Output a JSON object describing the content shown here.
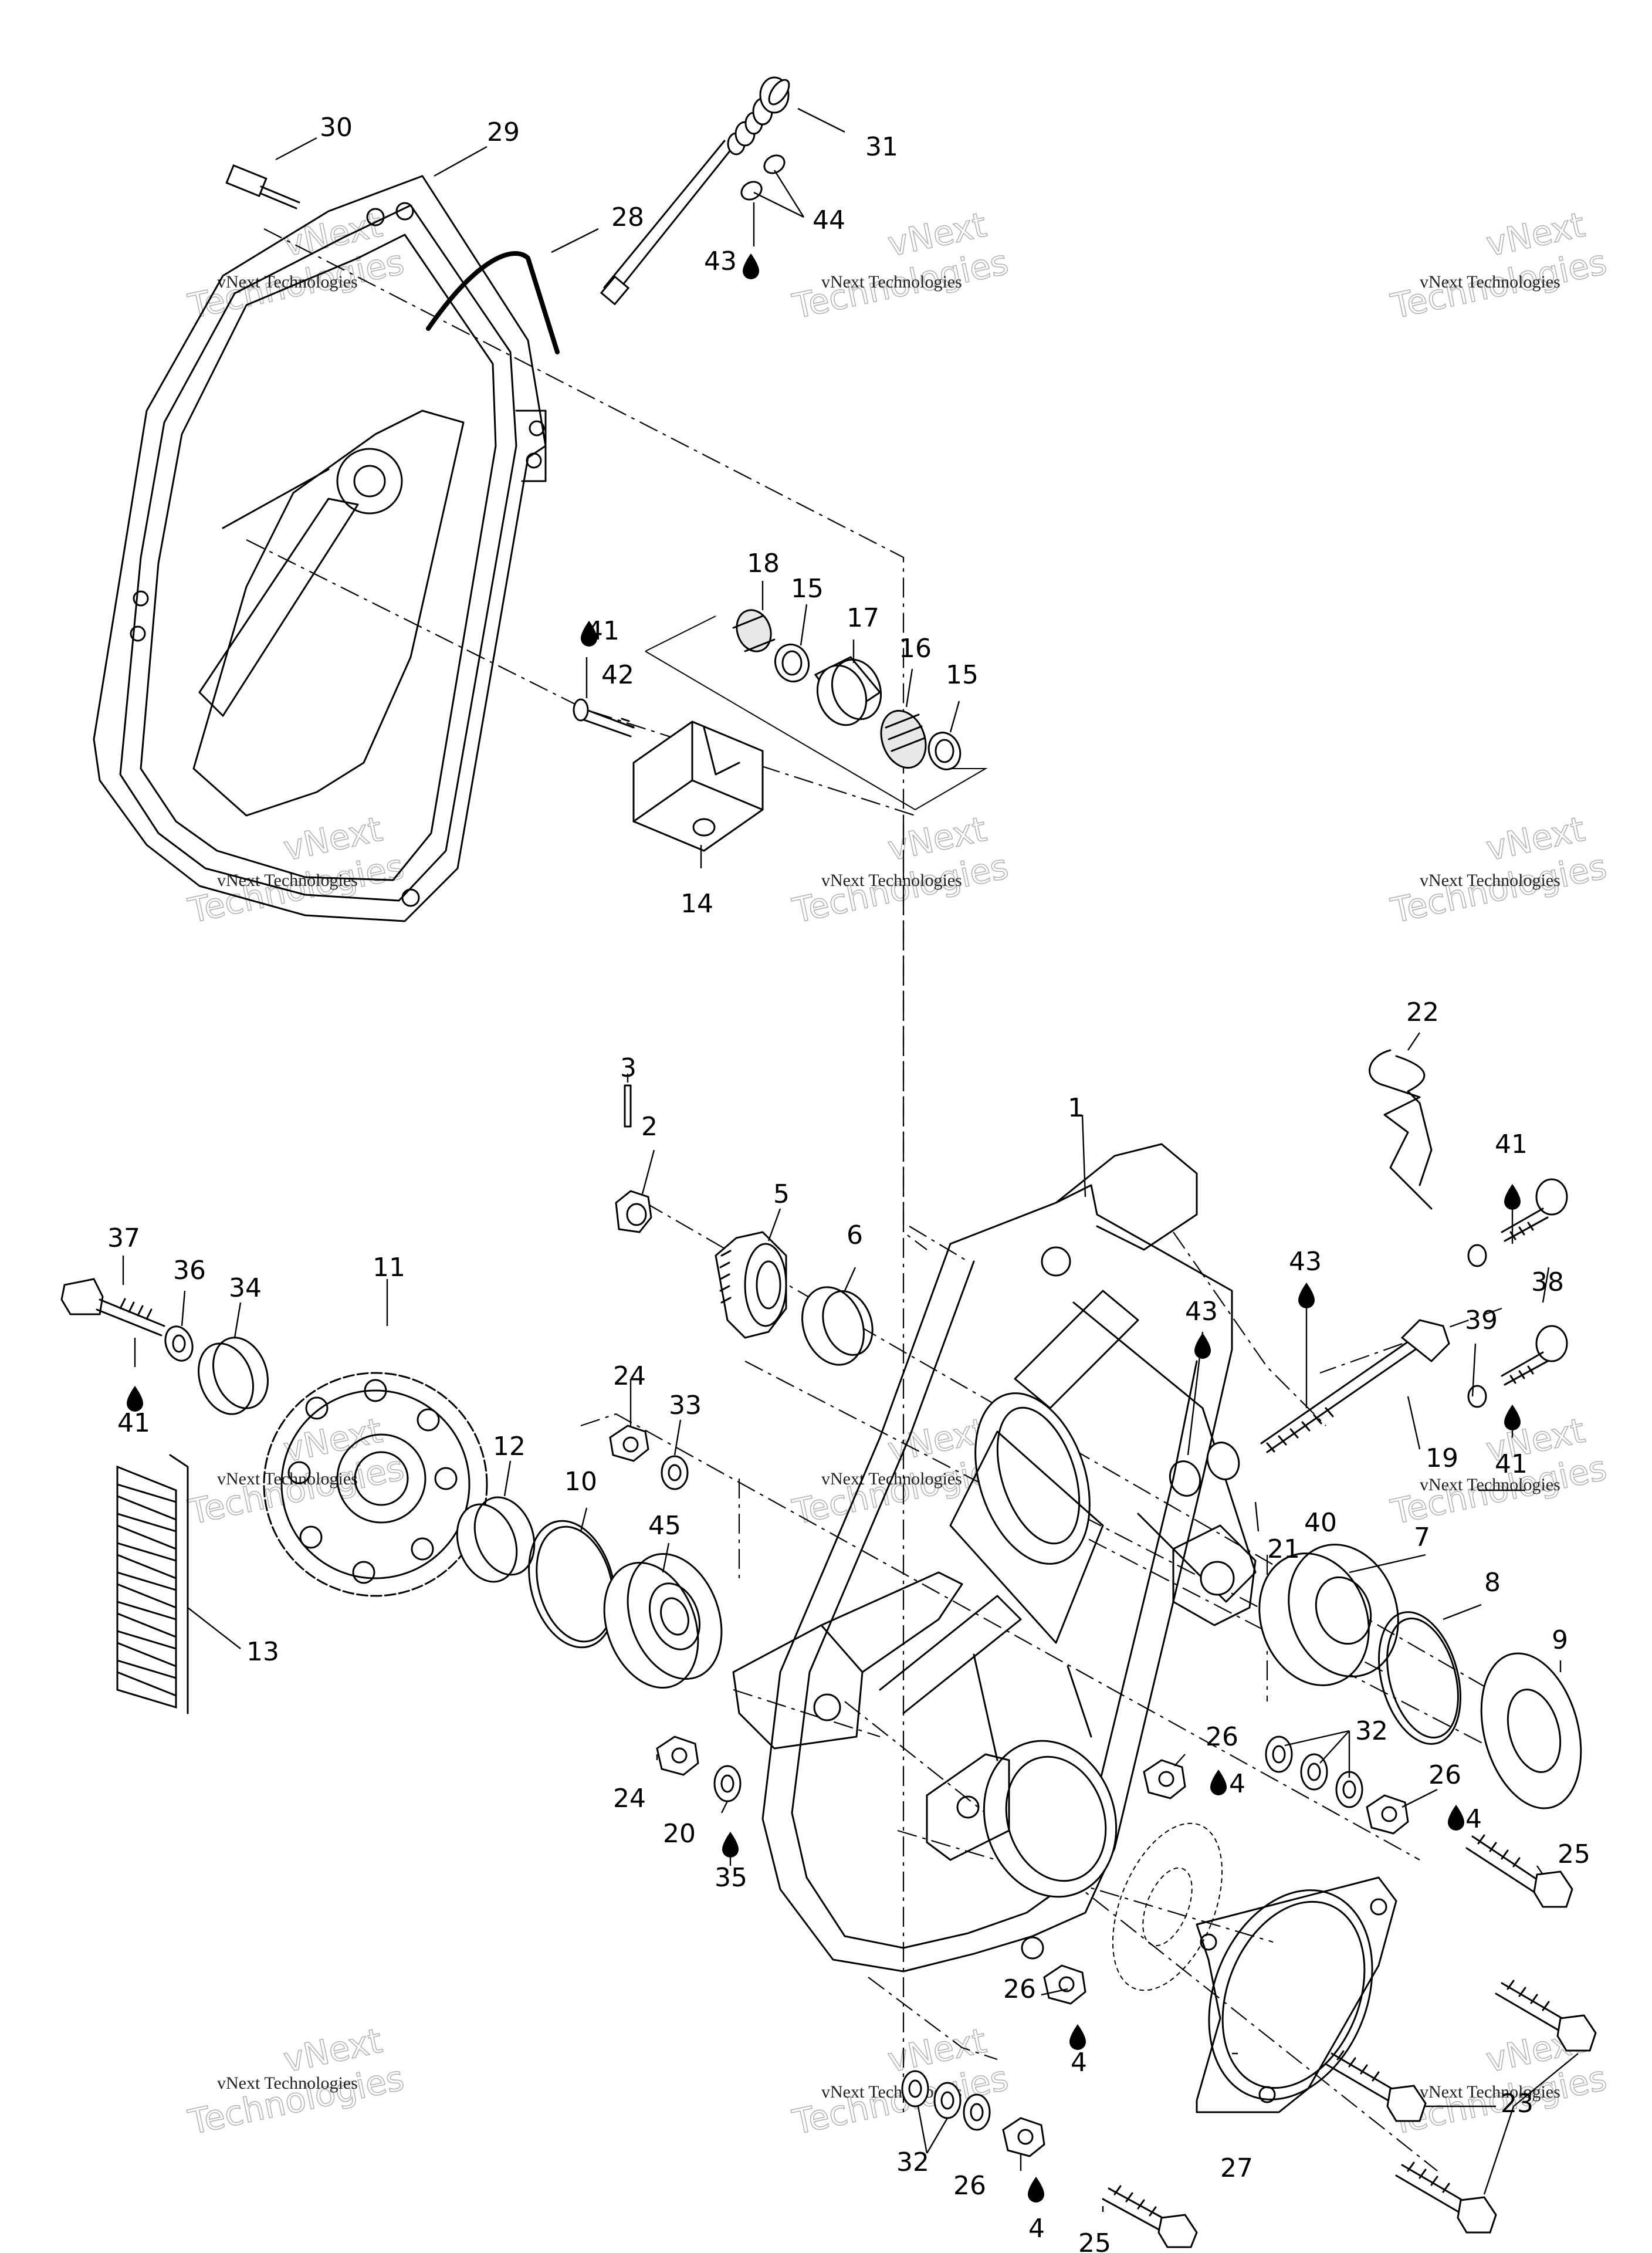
{
  "diagram": {
    "callouts": [
      {
        "id": "c1",
        "text": "1"
      },
      {
        "id": "c2",
        "text": "2"
      },
      {
        "id": "c3",
        "text": "3"
      },
      {
        "id": "c4a",
        "text": "4"
      },
      {
        "id": "c4b",
        "text": "4"
      },
      {
        "id": "c4c",
        "text": "4"
      },
      {
        "id": "c4d",
        "text": "4"
      },
      {
        "id": "c5",
        "text": "5"
      },
      {
        "id": "c6",
        "text": "6"
      },
      {
        "id": "c7",
        "text": "7"
      },
      {
        "id": "c8",
        "text": "8"
      },
      {
        "id": "c9",
        "text": "9"
      },
      {
        "id": "c10",
        "text": "10"
      },
      {
        "id": "c11",
        "text": "11"
      },
      {
        "id": "c12",
        "text": "12"
      },
      {
        "id": "c13",
        "text": "13"
      },
      {
        "id": "c14",
        "text": "14"
      },
      {
        "id": "c15a",
        "text": "15"
      },
      {
        "id": "c15b",
        "text": "15"
      },
      {
        "id": "c16",
        "text": "16"
      },
      {
        "id": "c17",
        "text": "17"
      },
      {
        "id": "c18",
        "text": "18"
      },
      {
        "id": "c19",
        "text": "19"
      },
      {
        "id": "c20",
        "text": "20"
      },
      {
        "id": "c21",
        "text": "21"
      },
      {
        "id": "c22",
        "text": "22"
      },
      {
        "id": "c23",
        "text": "23"
      },
      {
        "id": "c24a",
        "text": "24"
      },
      {
        "id": "c24b",
        "text": "24"
      },
      {
        "id": "c25a",
        "text": "25"
      },
      {
        "id": "c25b",
        "text": "25"
      },
      {
        "id": "c26a",
        "text": "26"
      },
      {
        "id": "c26b",
        "text": "26"
      },
      {
        "id": "c26c",
        "text": "26"
      },
      {
        "id": "c26d",
        "text": "26"
      },
      {
        "id": "c27",
        "text": "27"
      },
      {
        "id": "c28",
        "text": "28"
      },
      {
        "id": "c29",
        "text": "29"
      },
      {
        "id": "c30",
        "text": "30"
      },
      {
        "id": "c31",
        "text": "31"
      },
      {
        "id": "c32a",
        "text": "32"
      },
      {
        "id": "c32b",
        "text": "32"
      },
      {
        "id": "c33",
        "text": "33"
      },
      {
        "id": "c34",
        "text": "34"
      },
      {
        "id": "c35",
        "text": "35"
      },
      {
        "id": "c36",
        "text": "36"
      },
      {
        "id": "c37",
        "text": "37"
      },
      {
        "id": "c38",
        "text": "38"
      },
      {
        "id": "c39",
        "text": "39"
      },
      {
        "id": "c40",
        "text": "40"
      },
      {
        "id": "c41a",
        "text": "41"
      },
      {
        "id": "c41b",
        "text": "41"
      },
      {
        "id": "c41c",
        "text": "41"
      },
      {
        "id": "c41d",
        "text": "41"
      },
      {
        "id": "c42",
        "text": "42"
      },
      {
        "id": "c43a",
        "text": "43"
      },
      {
        "id": "c43b",
        "text": "43"
      },
      {
        "id": "c43c",
        "text": "43"
      },
      {
        "id": "c44",
        "text": "44"
      },
      {
        "id": "c45",
        "text": "45"
      }
    ],
    "watermark": {
      "line1": "vNext Technologies",
      "line2": "vNext",
      "line3": "Technologies"
    }
  }
}
